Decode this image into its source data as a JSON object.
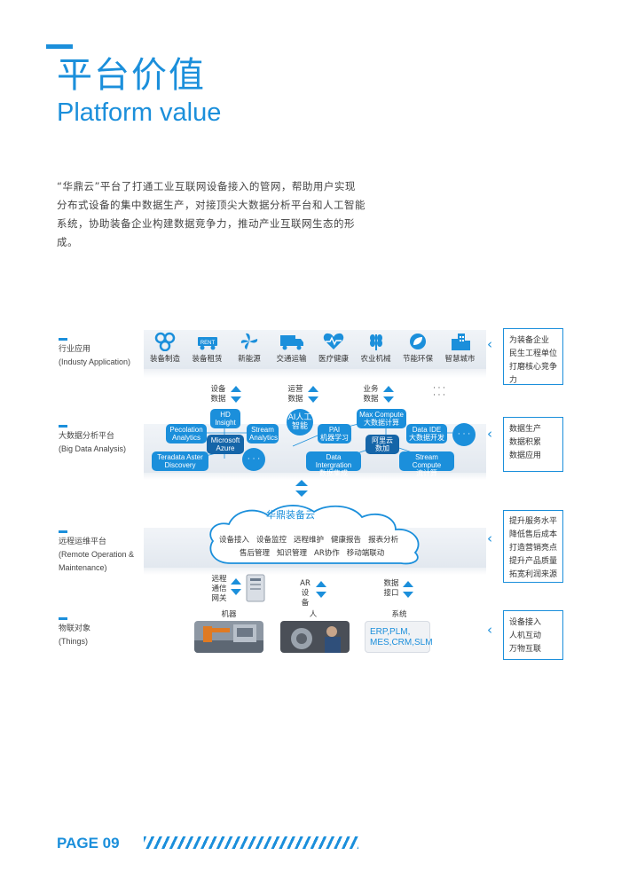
{
  "header": {
    "title_cn": "平台价值",
    "title_en": "Platform value"
  },
  "intro": "“华鼎云”平台了打通工业互联网设备接入的管网，帮助用户实现分布式设备的集中数据生产，对接顶尖大数据分析平台和人工智能系统，协助装备企业构建数据竞争力，推动产业互联网生态的形成。",
  "layers": {
    "industry": {
      "label_cn": "行业应用",
      "label_en": "(Industy Application)",
      "items": [
        {
          "label": "装备制造",
          "icon": "gears-icon"
        },
        {
          "label": "装备租赁",
          "icon": "rent-truck-icon"
        },
        {
          "label": "新能源",
          "icon": "wind-fan-icon"
        },
        {
          "label": "交通运输",
          "icon": "truck-icon"
        },
        {
          "label": "医疗健康",
          "icon": "heartbeat-icon"
        },
        {
          "label": "农业机械",
          "icon": "wheat-icon"
        },
        {
          "label": "节能环保",
          "icon": "leaf-icon"
        },
        {
          "label": "智慧城市",
          "icon": "buildings-icon"
        }
      ],
      "right": [
        "为装备企业",
        "民生工程单位",
        "打磨核心竞争力"
      ]
    },
    "bigdata": {
      "label_cn": "大数据分析平台",
      "label_en": "(Big Data Analysis)",
      "flows": [
        {
          "line1": "设备",
          "line2": "数据"
        },
        {
          "line1": "运营",
          "line2": "数据"
        },
        {
          "line1": "业务",
          "line2": "数据"
        }
      ],
      "flow_more": "· · ·",
      "nodes": {
        "hd": [
          "HD",
          "Insight"
        ],
        "percolation": [
          "Pecolation",
          "Analytics"
        ],
        "azure": [
          "Microsoft",
          "Azure"
        ],
        "stream_analytics": [
          "Stream",
          "Analytics"
        ],
        "teradata": [
          "Teradata Aster",
          "Discovery"
        ],
        "more": "· · ·",
        "ai": [
          "AI人工",
          "智能"
        ],
        "pai": [
          "PAI",
          "机器学习"
        ],
        "maxcompute": [
          "Max Compute",
          "大数据计算"
        ],
        "aliyun": [
          "阿里云",
          "数加"
        ],
        "dataide": [
          "Data IDE",
          "大数据开发"
        ],
        "integration": [
          "Data Intergration",
          "数据集成"
        ],
        "streamcompute": [
          "Stream Compute",
          "流计算"
        ],
        "more2": "· · ·"
      },
      "right": [
        "数据生产",
        "数据积累",
        "数据应用"
      ]
    },
    "remote": {
      "label_cn": "远程运维平台",
      "label_en": [
        "(Remote Operation &",
        "Maintenance)"
      ],
      "cloud_title": "华鼎装备云",
      "row1": [
        "设备接入",
        "设备监控",
        "远程维护",
        "健康报告",
        "报表分析"
      ],
      "row2": [
        "售后管理",
        "知识管理",
        "AR协作",
        "移动端联动"
      ],
      "right": [
        "提升服务水平",
        "降低售后成本",
        "打造营销亮点",
        "提升产品质量",
        "拓宽利润来源"
      ]
    },
    "things": {
      "label_cn": "物联对象",
      "label_en": "(Things)",
      "conn": [
        {
          "lines": [
            "远程",
            "通信",
            "网关"
          ]
        },
        {
          "lines": [
            "AR",
            "设备"
          ]
        },
        {
          "lines": [
            "数据",
            "接口"
          ]
        }
      ],
      "objects": [
        "机器",
        "人",
        "系统"
      ],
      "erp": [
        "ERP,PLM,",
        "MES,CRM,SLM"
      ],
      "right": [
        "设备接入",
        "人机互动",
        "万物互联"
      ]
    }
  },
  "footer": {
    "page": "PAGE 09"
  },
  "colors": {
    "accent": "#1b8fdb",
    "dark_accent": "#1565a8"
  }
}
